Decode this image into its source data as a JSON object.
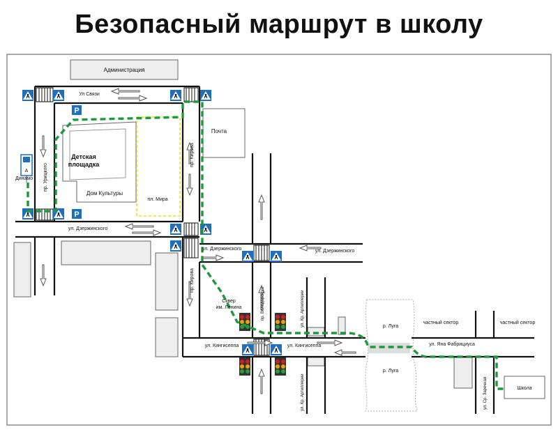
{
  "title": "Безопасный маршрут в школу",
  "buildings": {
    "administration": "Администрация",
    "post": "Почта",
    "playground_line1": "Детская",
    "playground_line2": "площадка",
    "culture_house": "Дом Культуры",
    "school": "Школа",
    "private_sector_1": "частный сектор",
    "private_sector_2": "частный сектор",
    "square_line1": "Сквер",
    "square_line2": "им. Ленина",
    "square_mira": "пл. Мира",
    "dinamo": "Динамо",
    "bus_stop": "А"
  },
  "streets": {
    "svyazi": "Ул Связи",
    "dzerzh_1": "ул. Дзержинского",
    "dzerzh_2": "ул. Дзержинского",
    "dzerzh_3": "ул. Дзержинского",
    "kingisepp_1": "ул. Кингисеппа",
    "kingisepp_2": "ул. Кингисеппа",
    "fabriciusa": "ул. Яна Фабрициуса",
    "uritskogo": "пр. Урицкого",
    "kirova_1": "пр. Кирова",
    "kirova_2": "пр. Кирова",
    "volodarskogo": "пр. Володарского",
    "artillery_1": "ул. Кр. Артиллерии",
    "artillery_2": "ул. Кр. Артиллерии",
    "zarechnaya": "ул. Ср. Заречная"
  },
  "river": {
    "luga_1": "р. Луга",
    "luga_2": "р. Луга"
  },
  "parking_label": "P",
  "colors": {
    "route": "#1a9a3a",
    "mira_square": "#f2e000",
    "road": "#111111",
    "crosswalk_sign": "#1d6fc4",
    "parking": "#1d6fc4",
    "traffic_red": "#d42020",
    "traffic_yellow": "#f0a000",
    "traffic_green": "#1fa03a"
  },
  "icons": {
    "crosswalk": "pedestrian-crossing-sign-icon",
    "parking": "parking-sign-icon",
    "traffic_light": "traffic-light-icon",
    "bus_stop": "bus-stop-sign-icon",
    "direction": "direction-arrow-icon"
  }
}
